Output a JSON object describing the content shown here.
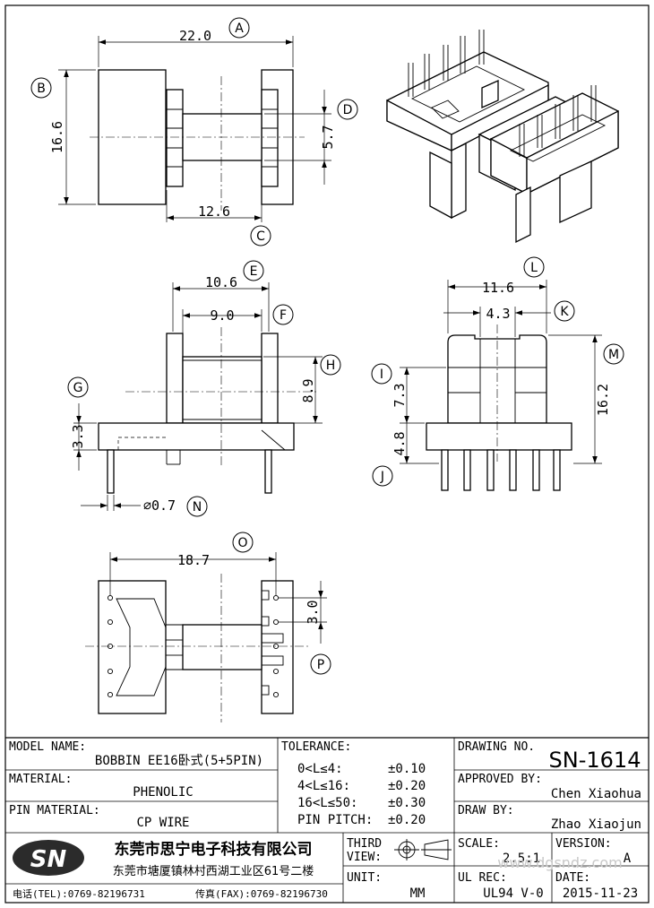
{
  "dimensions": {
    "A": {
      "letter": "A",
      "value": "22.0"
    },
    "B": {
      "letter": "B",
      "value": "16.6"
    },
    "C": {
      "letter": "C",
      "value": "12.6"
    },
    "D": {
      "letter": "D",
      "value": "5.7"
    },
    "E": {
      "letter": "E",
      "value": "10.6"
    },
    "F": {
      "letter": "F",
      "value": "9.0"
    },
    "G": {
      "letter": "G",
      "value": "3.3"
    },
    "H": {
      "letter": "H",
      "value": "8.9"
    },
    "I": {
      "letter": "I",
      "value": "7.3"
    },
    "J": {
      "letter": "J",
      "value": "4.8"
    },
    "K": {
      "letter": "K",
      "value": "4.3"
    },
    "L": {
      "letter": "L",
      "value": "11.6"
    },
    "M": {
      "letter": "M",
      "value": "16.2"
    },
    "N": {
      "letter": "N",
      "value": "⌀0.7"
    },
    "O": {
      "letter": "O",
      "value": "18.7"
    },
    "P": {
      "letter": "P",
      "value": "3.0"
    }
  },
  "title_block": {
    "model_name_label": "MODEL NAME:",
    "model_name": "BOBBIN EE16卧式(5+5PIN)",
    "material_label": "MATERIAL:",
    "material": "PHENOLIC",
    "pin_material_label": "PIN MATERIAL:",
    "pin_material": "CP WIRE",
    "tolerance_label": "TOLERANCE:",
    "tolerances": [
      {
        "range": "0<L≤4:",
        "value": "±0.10"
      },
      {
        "range": "4<L≤16:",
        "value": "±0.20"
      },
      {
        "range": "16<L≤50:",
        "value": "±0.30"
      },
      {
        "range": "PIN PITCH:",
        "value": "±0.20"
      }
    ],
    "drawing_no_label": "DRAWING NO.",
    "drawing_no": "SN-1614",
    "approved_by_label": "APPROVED BY:",
    "approved_by": "Chen Xiaohua",
    "draw_by_label": "DRAW BY:",
    "draw_by": "Zhao Xiaojun",
    "logo_text": "SN",
    "company_name": "东莞市思宁电子科技有限公司",
    "company_address": "东莞市塘厦镇林村西湖工业区61号二楼",
    "phone": "电话(TEL):0769-82196731",
    "fax": "传真(FAX):0769-82196730",
    "third_view_label_1": "THIRD",
    "third_view_label_2": "VIEW:",
    "unit_label": "UNIT:",
    "unit": "MM",
    "scale_label": "SCALE:",
    "scale": "2.5:1",
    "version_label": "VERSION:",
    "version": "A",
    "ul_rec_label": "UL REC:",
    "ul_rec": "UL94 V-0",
    "date_label": "DATE:",
    "date": "2015-11-23",
    "watermark": "www.dgsndz.com"
  }
}
